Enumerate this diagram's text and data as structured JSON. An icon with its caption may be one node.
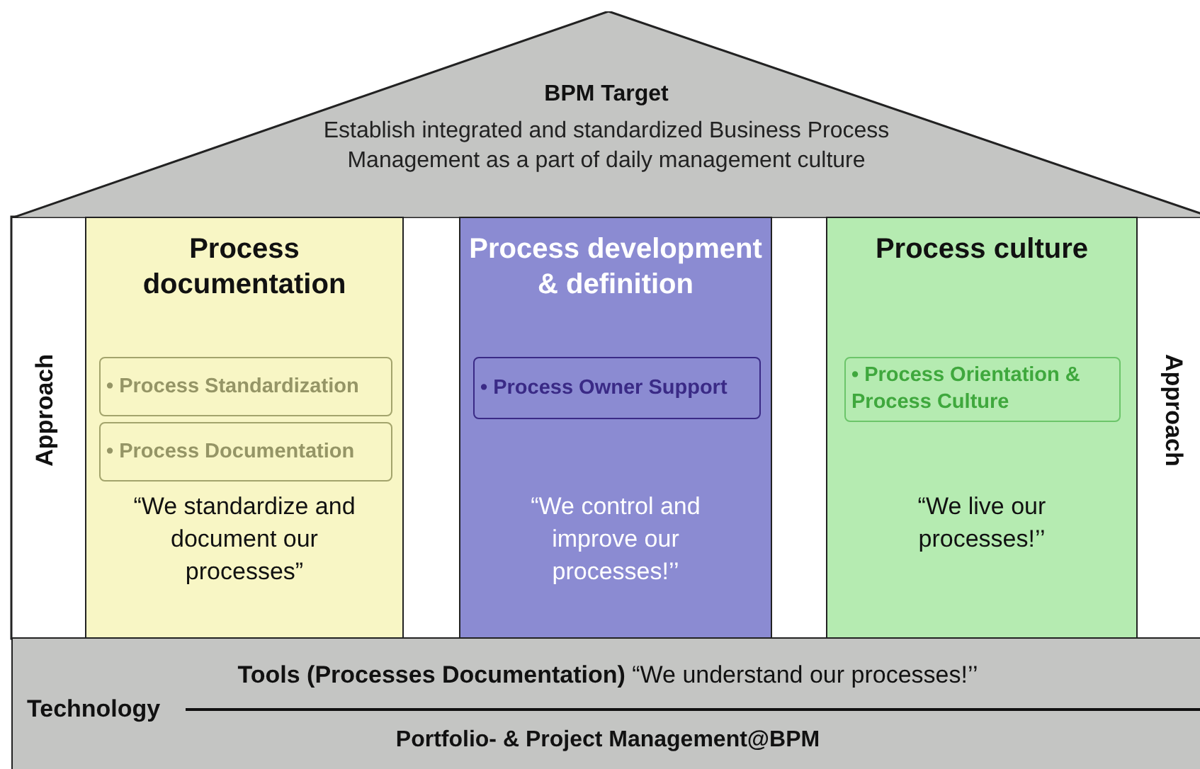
{
  "diagram": {
    "nodes": [
      {
        "text": [
          "BPM Target",
          "Establish integrated and standardized Business Process Management as a part of daily management culture"
        ]
      },
      {
        "text": [
          "Process documentation",
          "“We standardize and document our processes”"
        ]
      },
      {
        "text": [
          "• Process Standardization"
        ],
        "in": 1
      },
      {
        "text": [
          "• Process Documentation"
        ],
        "in": 1
      },
      {
        "text": [
          "Process development & definition",
          "“We control and improve our processes!’’"
        ]
      },
      {
        "text": [
          "• Process Owner Support"
        ],
        "in": 4
      },
      {
        "text": [
          "Process culture",
          "“We live our processes!’’"
        ]
      },
      {
        "text": [
          "• Process Orientation & Process Culture"
        ],
        "in": 6
      },
      {
        "text": [
          "**Tools (Processes Documentation)** “We understand our processes!’’",
          "Technology",
          "Portfolio- & Project Management@BPM"
        ]
      }
    ],
    "labels": [
      "Approach",
      "Approach"
    ]
  }
}
